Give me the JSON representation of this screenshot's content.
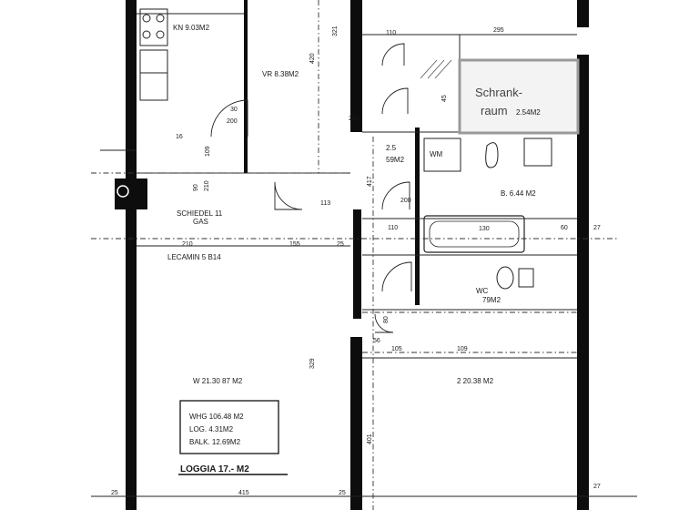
{
  "rooms": {
    "kitchen": "KN 9.03M2",
    "hall": "VR 8.38M2",
    "storage_area": "2.54M2",
    "storage_handwritten": "Schrank-",
    "storage_handwritten_2": "raum",
    "toilet_small": "WM",
    "corridor": "2.5",
    "corridor_area": "59M2",
    "bath": "B. 6.44 M2",
    "wc": "WC",
    "wc_area": "79M2",
    "living": "W 21.30 87 M2",
    "room2": "2 20.38 M2",
    "chimney_1": "SCHIEDEL 11",
    "chimney_1b": "GAS",
    "chimney_2": "LECAMIN 5 B14",
    "loggia": "LOGGIA 17.- M2"
  },
  "summary": {
    "line1": "WHG 106.48 M2",
    "line2": "LOG.    4.31M2",
    "line3": "BALK. 12.69M2"
  },
  "dims": {
    "d295": "295",
    "d110": "110",
    "d30": "30",
    "d200a": "200",
    "d109": "109",
    "d16": "16",
    "d90": "90",
    "d210a": "210",
    "d113": "113",
    "d210b": "210",
    "d155": "155",
    "d25a": "25",
    "d25b": "25",
    "d415": "415",
    "d25c": "25",
    "d275a": "27",
    "d275b": "27",
    "d130": "130",
    "d105": "105",
    "d109b": "109",
    "d56": "56",
    "d80": "80",
    "d329": "329",
    "d401": "401",
    "d321": "321",
    "d420": "420",
    "d417": "417",
    "d110b": "110",
    "d200b": "200",
    "d200c": "200",
    "d45": "45",
    "d60": "60"
  }
}
